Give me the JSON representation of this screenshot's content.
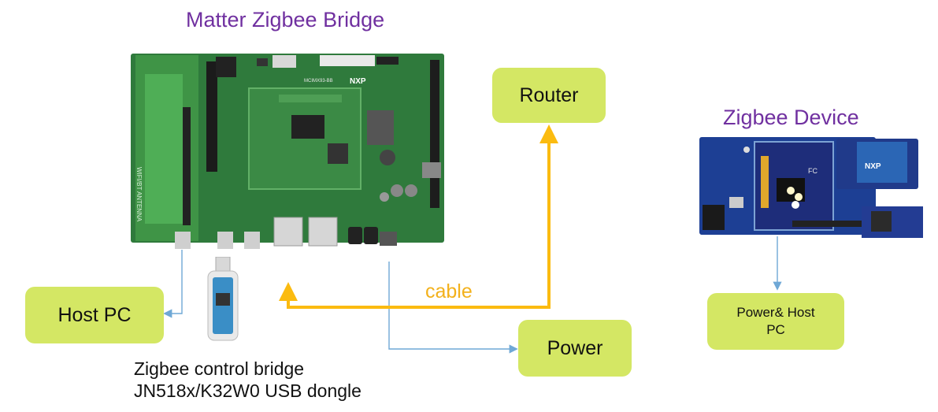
{
  "labels": {
    "bridge_title": "Matter Zigbee Bridge",
    "device_title": "Zigbee Device",
    "cable": "cable",
    "dongle_line1": "Zigbee control bridge",
    "dongle_line2": "JN518x/K32W0 USB dongle"
  },
  "boxes": {
    "router": "Router",
    "host_pc": "Host PC",
    "power": "Power",
    "power_host_pc": "Power& Host PC"
  },
  "board_marks": {
    "bridge_brand": "NXP",
    "bridge_model": "MCIMX93-BB",
    "bridge_antenna": "WIFI/BT ANTENNA",
    "device_brand": "NXP",
    "device_fc": "FC"
  },
  "colors": {
    "box_fill": "#d4e764",
    "cable": "#fbbb10",
    "thin_line": "#6fa8d6",
    "title": "#7030a0"
  }
}
